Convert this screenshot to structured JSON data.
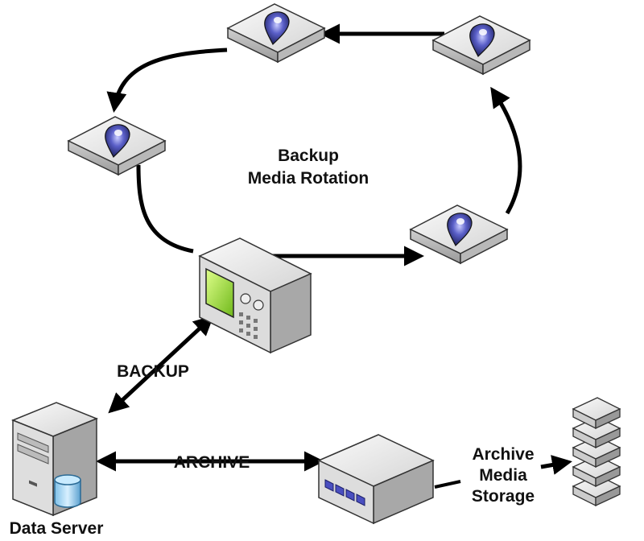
{
  "diagram": {
    "title_line1": "Backup",
    "title_line2": "Media Rotation",
    "backup_label": "BACKUP",
    "archive_label": "ARCHIVE",
    "data_server_label": "Data Server",
    "storage_label_line1": "Archive",
    "storage_label_line2": "Media",
    "storage_label_line3": "Storage"
  },
  "icons": {
    "media": "backup-media-cartridge-icon",
    "drive": "tape-drive-icon",
    "server": "data-server-icon",
    "archive_device": "archive-device-icon",
    "storage_stack": "archive-storage-stack-icon"
  },
  "colors": {
    "arrow": "#000000",
    "screen": "#a9e63c",
    "media_disc": "#3b3f9a",
    "device_body": "#e4e4e4",
    "drive_lights": "#4a4fc0"
  }
}
